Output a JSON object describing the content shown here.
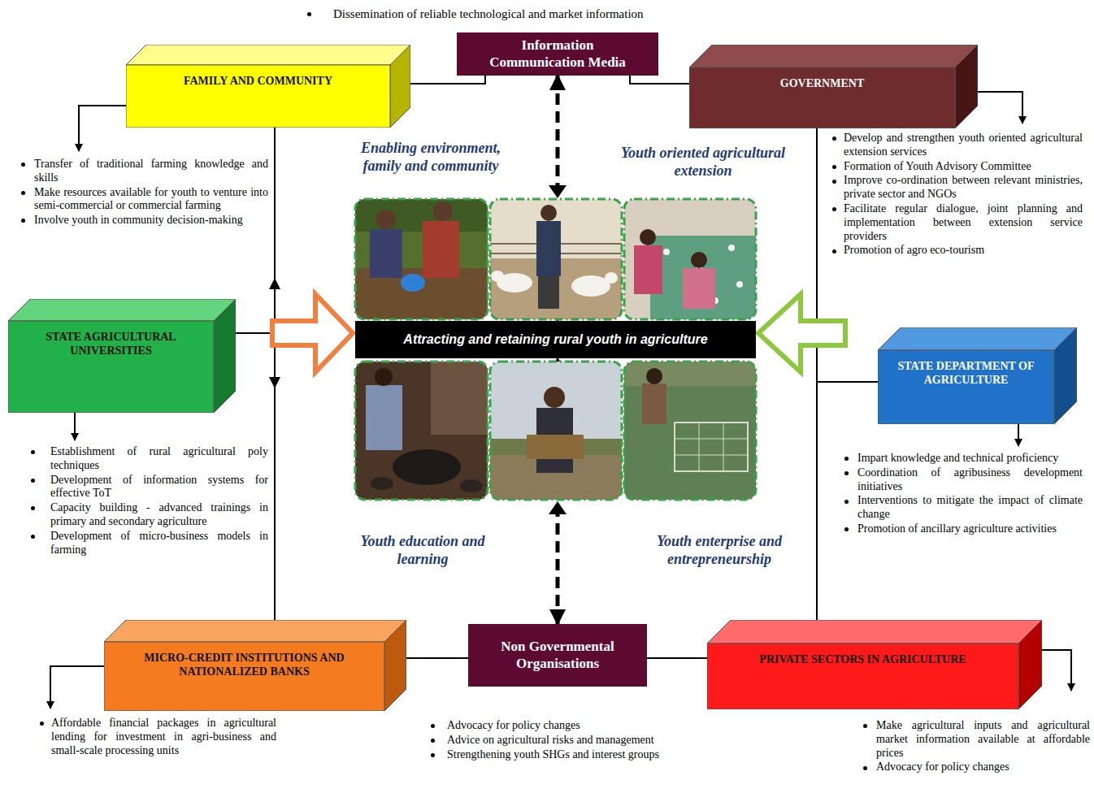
{
  "diagram": {
    "nodes": [
      {
        "text": [
          "Information Communication Media"
        ]
      },
      {
        "text": [
          "FAMILY AND COMMUNITY"
        ]
      },
      {
        "text": [
          "GOVERNMENT"
        ]
      },
      {
        "text": [
          "STATE AGRICULTURAL UNIVERSITIES"
        ]
      },
      {
        "text": [
          "Attracting and retaining rural youth in agriculture"
        ]
      },
      {
        "text": [
          "STATE DEPARTMENT OF AGRICULTURE"
        ]
      },
      {
        "text": [
          "MICRO-CREDIT INSTITUTIONS AND NATIONALIZED BANKS"
        ]
      },
      {
        "text": [
          "Non Governmental Organisations"
        ]
      },
      {
        "text": [
          "PRIVATE SECTORS IN AGRICULTURE"
        ]
      }
    ],
    "edges": [
      {
        "from": 1,
        "to": 0,
        "arrow": "none"
      },
      {
        "from": 0,
        "to": 2,
        "arrow": "none"
      },
      {
        "from": 0,
        "to": 4,
        "arrow": "both"
      },
      {
        "from": 1,
        "to": 4,
        "arrow": "to"
      },
      {
        "from": 3,
        "to": 4,
        "arrow": "to"
      },
      {
        "from": 6,
        "to": 4,
        "arrow": "to"
      },
      {
        "from": 2,
        "to": 4,
        "arrow": "to"
      },
      {
        "from": 5,
        "to": 4,
        "arrow": "to"
      },
      {
        "from": 8,
        "to": 4,
        "arrow": "to"
      },
      {
        "from": 7,
        "to": 4,
        "arrow": "both"
      },
      {
        "from": 6,
        "to": 7,
        "arrow": "none"
      },
      {
        "from": 7,
        "to": 8,
        "arrow": "none"
      }
    ],
    "labels": [
      "Dissemination of reliable technological and market information",
      "Transfer of traditional farming knowledge and skills",
      "Make resources available for youth to venture into semi-commercial or commercial farming",
      "Involve youth in community decision-making",
      "Enabling environment, family and community",
      "Youth oriented agricultural extension",
      "Develop and strengthen youth oriented agricultural extension services",
      "Formation of Youth Advisory Committee",
      "Improve co-ordination between relevant ministries, private sector and NGOs",
      "Facilitate regular dialogue, joint planning and implementation between extension service providers",
      "Promotion of agro eco-tourism",
      "Establishment of rural agricultural poly techniques",
      "Development of information systems for effective ToT",
      "Capacity building - advanced trainings in primary and secondary agriculture",
      "Development of micro-business models in farming",
      "Impart knowledge and technical proficiency",
      "Coordination of agribusiness development initiatives",
      "Interventions to mitigate the impact of climate change",
      "Promotion of ancillary agriculture activities",
      "Youth education and learning",
      "Youth enterprise and entrepreneurship",
      "Affordable financial packages in agricultural lending for investment in agri-business and small-scale processing units",
      "Advocacy for policy changes",
      "Advice on agricultural risks and management",
      "Strengthening youth SHGs and interest groups",
      "Make agricultural inputs and agricultural market information available at affordable prices",
      "Advocacy for policy changes"
    ]
  }
}
